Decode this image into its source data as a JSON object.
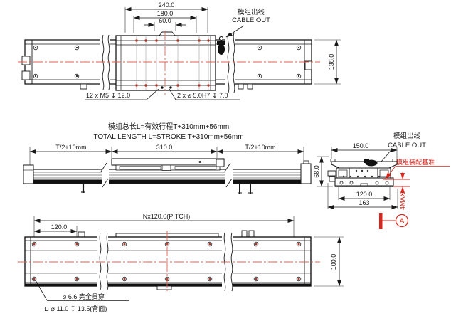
{
  "drawing_title": "linear module dimensional drawing",
  "colors": {
    "line": "#1a1a1a",
    "centerline": "#e2604f",
    "annotation_red": "#d9251c",
    "hole_red": "#a83a2e"
  },
  "top_view": {
    "dim_240": "240.0",
    "dim_180": "180.0",
    "dim_60": "60.0",
    "dim_138": "138.0",
    "cable_cn": "模组出线",
    "cable_en": "CABLE OUT",
    "note_tap": "12 x M5 ↧ 12.0",
    "note_dowel": "2 x ⌀ 5.0H7 ↧ 7.0"
  },
  "side_view": {
    "title_cn": "模组总长L=有效行程T+310mm+56mm",
    "title_en": "TOTAL LENGTH L=STROKE T+310mm+56mm",
    "dim_left": "T/2+10mm",
    "dim_mid": "310.0",
    "dim_right": "T/2+10mm"
  },
  "end_view": {
    "dim_width": "150.0",
    "dim_height": "68.0",
    "dim_base": "120.0",
    "dim_overall": "163",
    "cable_cn": "模组出线",
    "cable_en": "CABLE OUT",
    "datum_note": "模组装配基准",
    "dim_step": "4MAX",
    "datum_label": "A"
  },
  "bottom_view": {
    "dim_pitch": "Nx120.0(PITCH)",
    "dim_120": "120.0",
    "dim_100": "100.0",
    "note_thru": "⌀ 6.6 完全贯穿",
    "note_cbore": "⊔ ⌀ 11.0 ↧ 13.5(背面)"
  }
}
